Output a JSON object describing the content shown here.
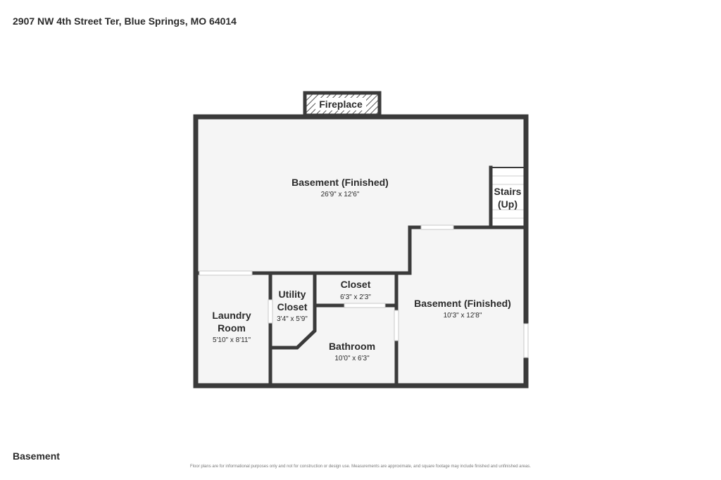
{
  "header": {
    "address": "2907 NW 4th Street Ter, Blue Springs, MO 64014"
  },
  "floor": {
    "label": "Basement"
  },
  "footer": {
    "disclaimer": "Floor plans are for informational purposes only and not for construction or design use. Measurements are approximate, and square footage may include finished and unfinished areas."
  },
  "colors": {
    "wall": "#3a3a3a",
    "floor_fill": "#f5f5f5",
    "background": "#ffffff"
  },
  "rooms": {
    "fireplace": {
      "name": "Fireplace"
    },
    "basement_main": {
      "name": "Basement (Finished)",
      "dims": "26'9\" x 12'6\""
    },
    "stairs": {
      "line1": "Stairs",
      "line2": "(Up)"
    },
    "laundry": {
      "line1": "Laundry",
      "line2": "Room",
      "dims": "5'10\" x 8'11\""
    },
    "utility": {
      "line1": "Utility",
      "line2": "Closet",
      "dims": "3'4\" x 5'9\""
    },
    "closet": {
      "name": "Closet",
      "dims": "6'3\" x 2'3\""
    },
    "bathroom": {
      "name": "Bathroom",
      "dims": "10'0\" x 6'3\""
    },
    "basement_right": {
      "name": "Basement (Finished)",
      "dims": "10'3\" x 12'8\""
    }
  }
}
